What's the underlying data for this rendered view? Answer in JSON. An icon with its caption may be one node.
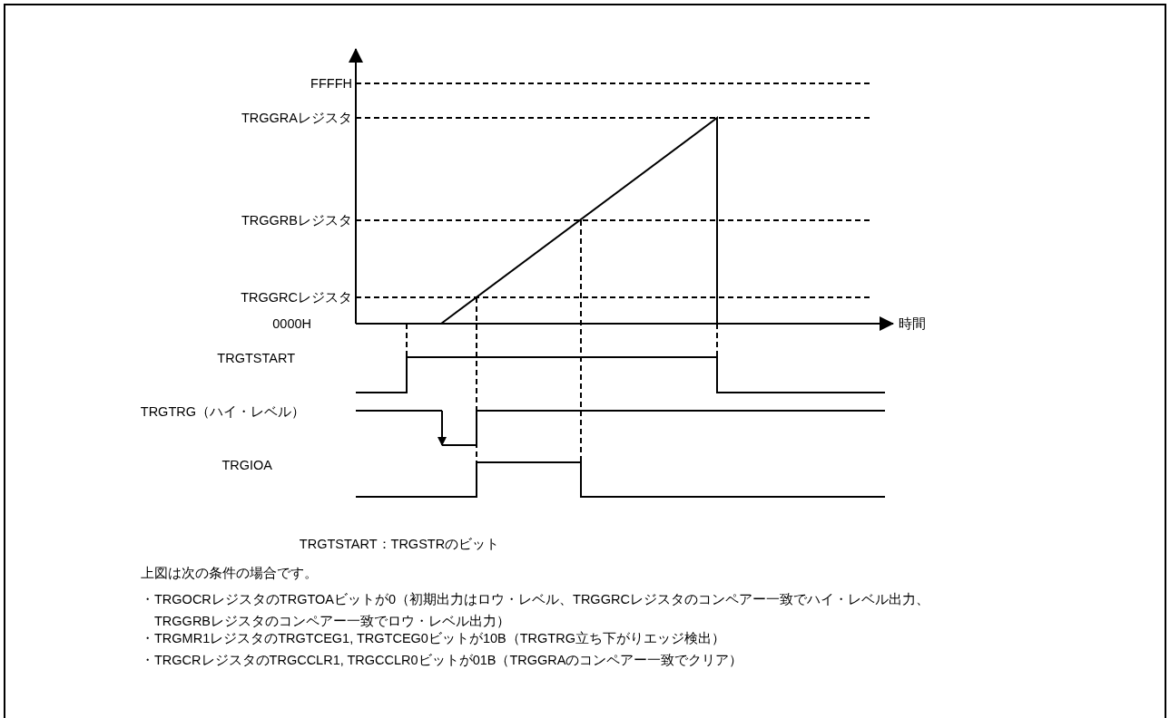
{
  "diagram": {
    "labels": [
      "FFFFH",
      "TRGGRAレジスタ",
      "TRGGRBレジスタ",
      "TRGGRCレジスタ",
      "0000H",
      "時間",
      "TRGTSTART",
      "TRGTRG（ハイ・レベル）",
      "TRGIOA",
      "TRGTSTART：TRGSTRのビット",
      "上図は次の条件の場合です。",
      "・TRGOCRレジスタのTRGTOAビットが0（初期出力はロウ・レベル、TRGGRCレジスタのコンペアー一致でハイ・レベル出力、TRGGRBレジスタのコンペアー一致でロウ・レベル出力）",
      "・TRGMR1レジスタのTRGTCEG1, TRGTCEG0ビットが10B（TRGTRG立ち下がりエッジ検出）",
      "・TRGCRレジスタのTRGCCLR1, TRGCCLR0ビットが01B（TRGGRAのコンペアー一致でクリア）"
    ]
  }
}
